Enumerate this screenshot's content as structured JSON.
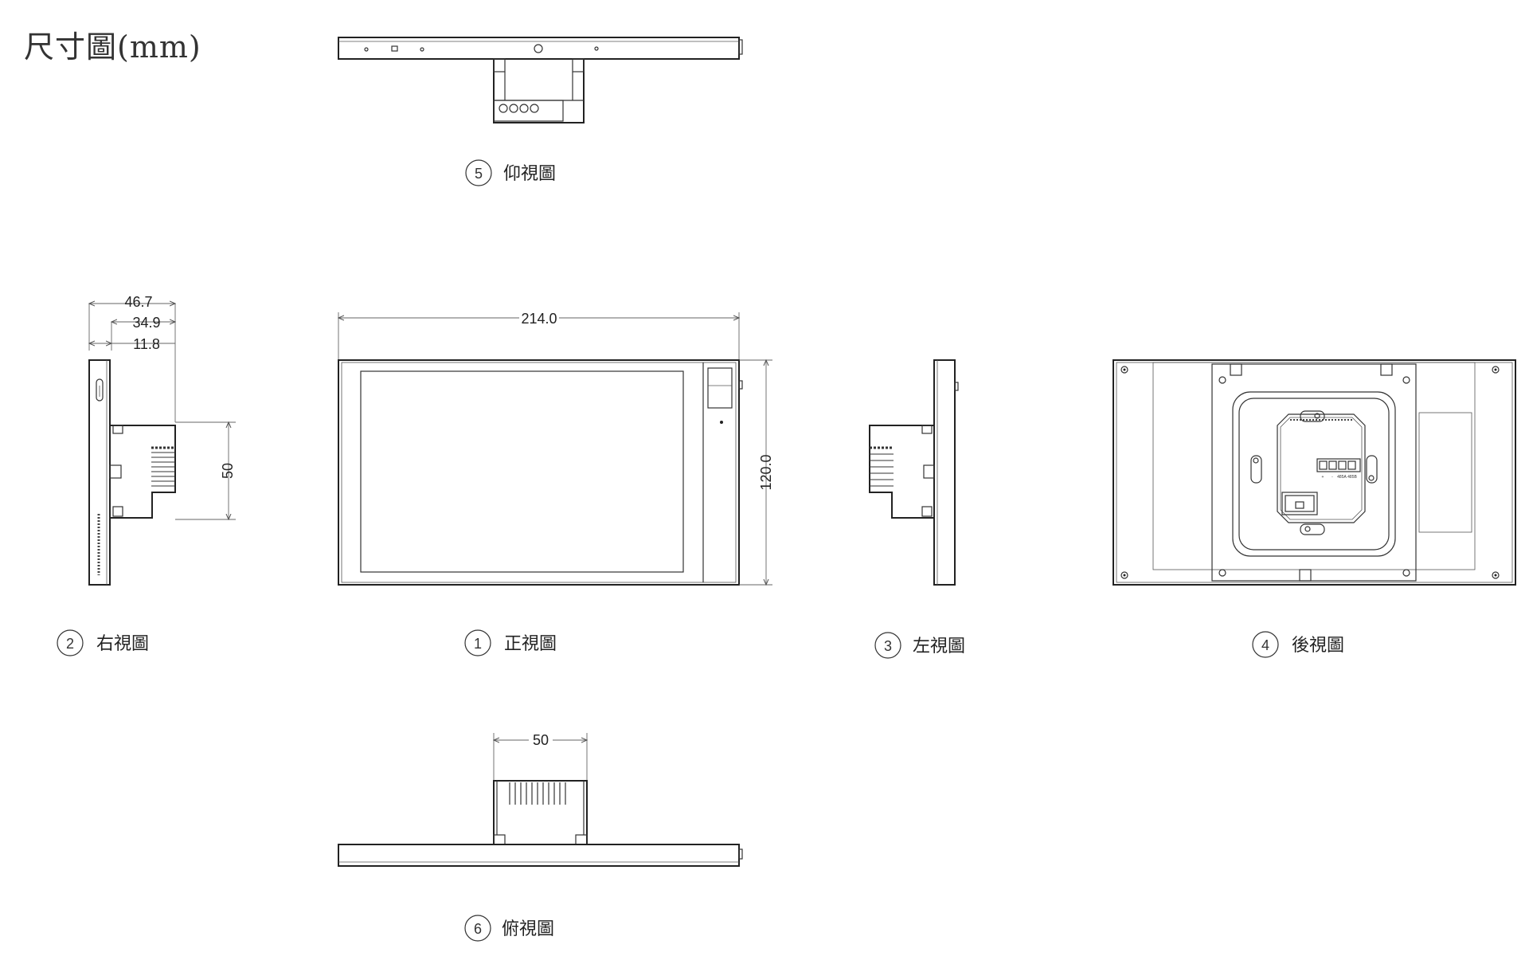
{
  "title": "尺寸圖(mm)",
  "views": {
    "bottom": {
      "num": "5",
      "label": "仰視圖"
    },
    "right": {
      "num": "2",
      "label": "右視圖"
    },
    "front": {
      "num": "1",
      "label": "正視圖"
    },
    "left": {
      "num": "3",
      "label": "左視圖"
    },
    "rear": {
      "num": "4",
      "label": "後視圖"
    },
    "top": {
      "num": "6",
      "label": "俯視圖"
    }
  },
  "dimensions": {
    "side_total": "46.7",
    "side_mid": "34.9",
    "side_panel": "11.8",
    "side_box_height": "50",
    "front_width": "214.0",
    "front_height": "120.0",
    "top_box_width": "50"
  },
  "rear_labels": {
    "l1": "+",
    "l2": "-",
    "l3": "485A",
    "l4": "485B"
  }
}
